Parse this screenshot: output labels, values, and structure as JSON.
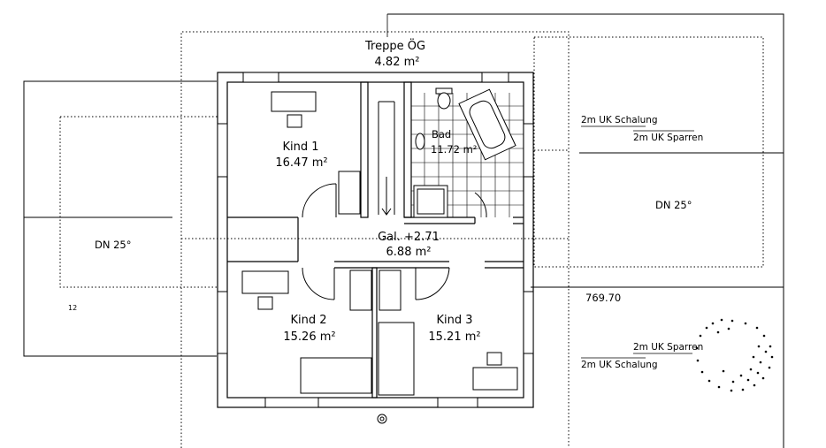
{
  "plan": {
    "stair": {
      "name": "Treppe ÖG",
      "area": "4.82 m²"
    },
    "rooms": [
      {
        "name": "Kind 1",
        "area": "16.47 m²"
      },
      {
        "name": "Bad",
        "area": "11.72 m²"
      },
      {
        "name": "Gal. +2.71",
        "area": "6.88 m²"
      },
      {
        "name": "Kind 2",
        "area": "15.26 m²"
      },
      {
        "name": "Kind 3",
        "area": "15.21 m²"
      }
    ],
    "roof_notes": {
      "upper_right_1": "2m UK Schalung",
      "upper_right_2": "2m UK Sparren",
      "lower_right_1": "2m UK Sparren",
      "lower_right_2": "2m UK Schalung"
    },
    "roof_pitch_right": "DN 25°",
    "roof_pitch_left": "DN 25°",
    "elevation": "769.70",
    "small_mark": "12"
  }
}
